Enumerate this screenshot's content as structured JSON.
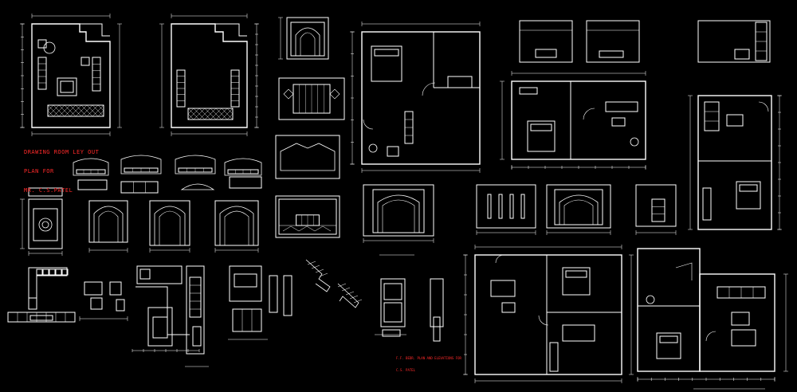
{
  "drawing": {
    "title_lines": [
      "DRAWING ROOM LEY OUT",
      "PLAN FOR",
      "MR. C.S.PATEL"
    ],
    "note_lines": [
      "F.F. BEDR. PLAN AND ELEVATIONS FOR",
      "C.S. PATEL"
    ]
  },
  "colors": {
    "background": "#000000",
    "linework": "#ffffff",
    "annotation": "#ff2a2a"
  }
}
